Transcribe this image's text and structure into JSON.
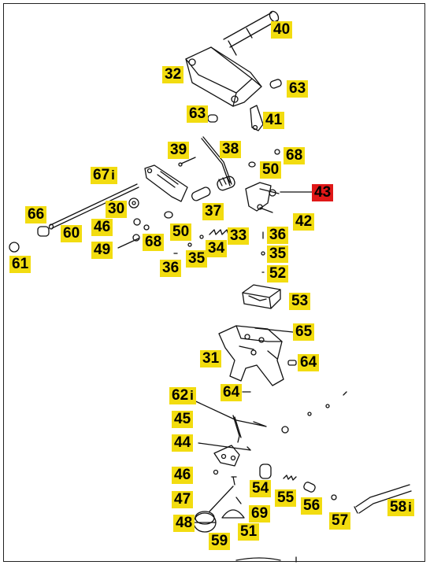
{
  "labels": {
    "p40": "40",
    "p32": "32",
    "p63a": "63",
    "p63b": "63",
    "p41": "41",
    "p39": "39",
    "p38": "38",
    "p68a": "68",
    "p50a": "50",
    "p67": "67",
    "p43": "43",
    "p66": "66",
    "p30": "30",
    "p37": "37",
    "p42": "42",
    "p46a": "46",
    "p60": "60",
    "p50b": "50",
    "p33": "33",
    "p36a": "36",
    "p49": "49",
    "p68b": "68",
    "p34": "34",
    "p35a": "35",
    "p61": "61",
    "p36b": "36",
    "p35b": "35",
    "p52": "52",
    "p53": "53",
    "p65": "65",
    "p31": "31",
    "p64a": "64",
    "p62": "62",
    "p64b": "64",
    "p45": "45",
    "p44": "44",
    "p46b": "46",
    "p54": "54",
    "p55": "55",
    "p56": "56",
    "p58": "58",
    "p47": "47",
    "p48": "48",
    "p69": "69",
    "p57": "57",
    "p51": "51",
    "p59": "59"
  },
  "info_glyph": "i",
  "highlighted_part": "43",
  "colors": {
    "label_bg": "#f2dc10",
    "highlight_bg": "#e01818",
    "line": "#111111"
  }
}
